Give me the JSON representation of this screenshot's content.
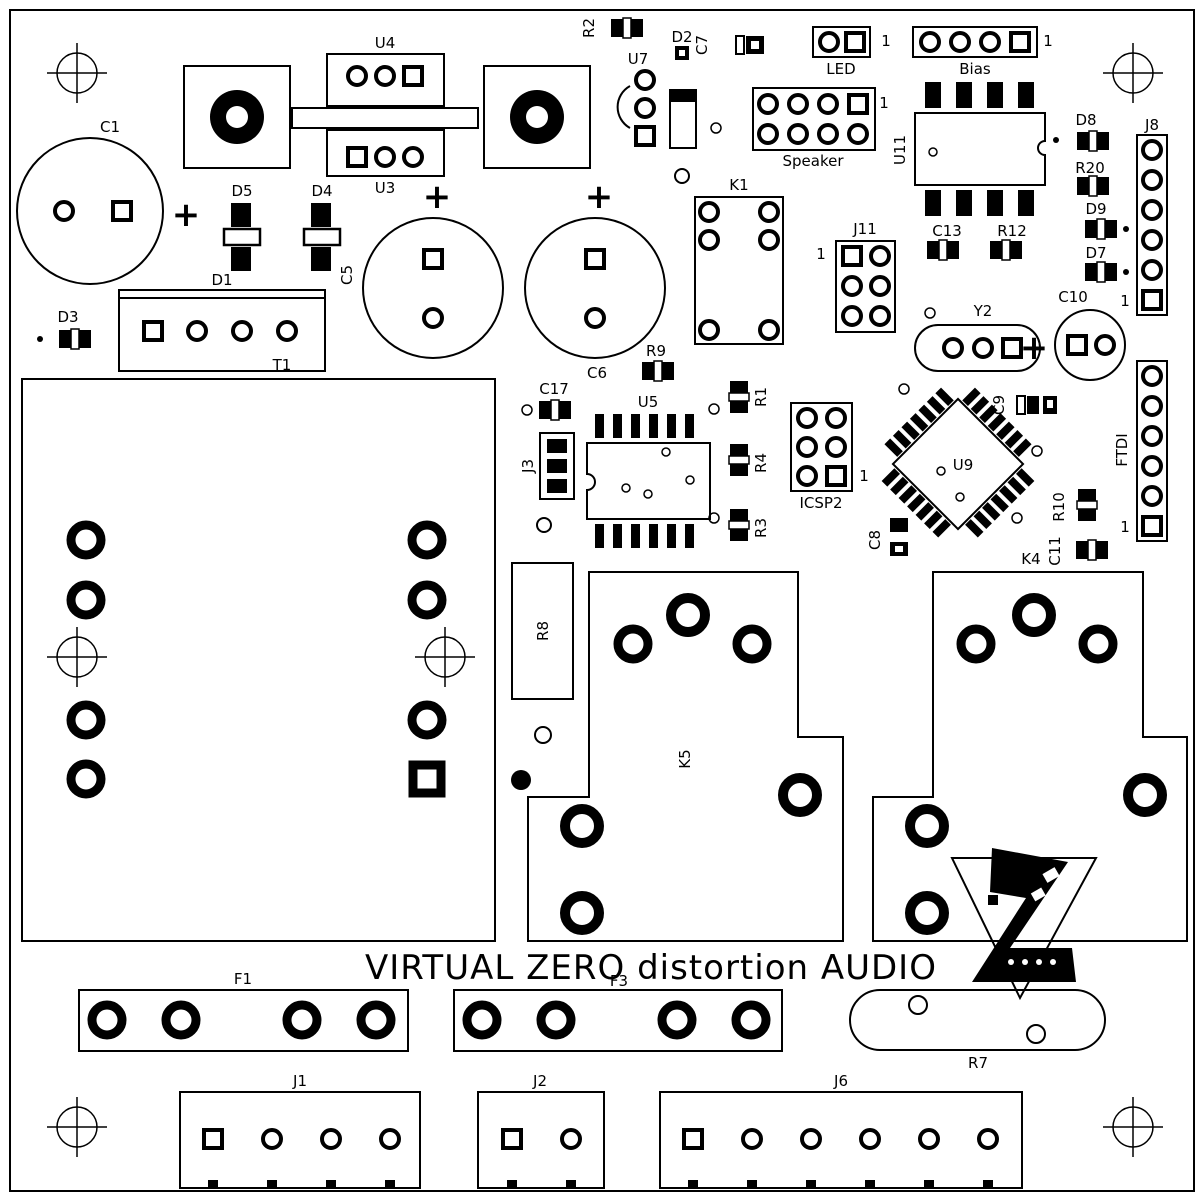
{
  "board_title": "VIRTUAL  ZERO  distortion  AUDIO",
  "colors": {
    "ink": "#000000",
    "paper": "#ffffff"
  },
  "labels": {
    "C1": "C1",
    "D5": "D5",
    "D4": "D4",
    "D1": "D1",
    "D3": "D3",
    "T1": "T1",
    "U4": "U4",
    "U3": "U3",
    "C5": "C5",
    "C6": "C6",
    "R2": "R2",
    "D2": "D2",
    "C7": "C7",
    "U7": "U7",
    "LED": "LED",
    "Bias": "Bias",
    "Speaker": "Speaker",
    "U11": "U11",
    "D8": "D8",
    "J8": "J8",
    "R20": "R20",
    "D9": "D9",
    "D7": "D7",
    "C10": "C10",
    "K1": "K1",
    "J11": "J11",
    "C13": "C13",
    "R12": "R12",
    "Y2": "Y2",
    "R9": "R9",
    "C17": "C17",
    "U5": "U5",
    "R1": "R1",
    "R4": "R4",
    "R3": "R3",
    "J3": "J3",
    "ICSP2": "ICSP2",
    "C9": "C9",
    "U9": "U9",
    "FTDI": "FTDI",
    "R10": "R10",
    "C11": "C11",
    "C8": "C8",
    "K4": "K4",
    "R8": "R8",
    "K5": "K5",
    "F1": "F1",
    "F3": "F3",
    "R7": "R7",
    "J1": "J1",
    "J2": "J2",
    "J6": "J6"
  },
  "pin1_markers": {
    "led": "1",
    "bias": "1",
    "speaker": "1",
    "j11": "1",
    "j8": "1",
    "ftdi": "1",
    "icsp2": "1"
  },
  "polarity": {
    "c1": "+",
    "c5": "+",
    "c6": "+",
    "c10": "+"
  }
}
